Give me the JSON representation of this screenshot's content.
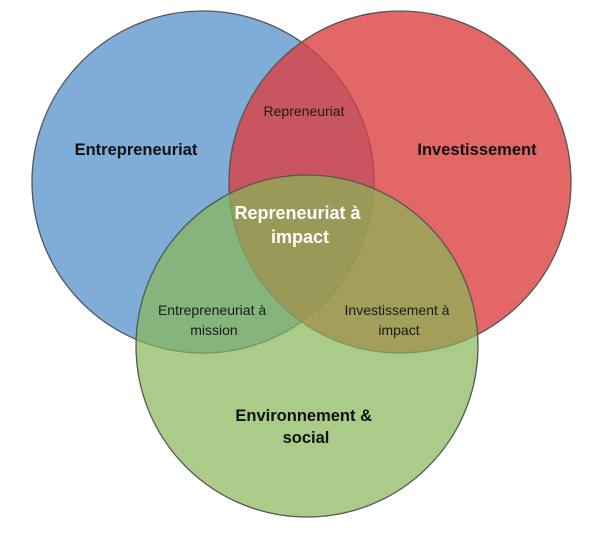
{
  "diagram": {
    "sets": {
      "entrepreneuriat": {
        "label": [
          "Entrepreneuriat"
        ],
        "color": "#4f8ec9"
      },
      "investissement": {
        "label": [
          "Investissement"
        ],
        "color": "#dc3c3c"
      },
      "environnement": {
        "label": [
          "Environnement &",
          "social"
        ],
        "color": "#87b656"
      }
    },
    "overlaps": {
      "entrepreneuriat_investissement": [
        "Repreneuriat"
      ],
      "entrepreneuriat_environnement": [
        "Entrepreneuriat à",
        "mission"
      ],
      "investissement_environnement": [
        "Investissement à",
        "impact"
      ],
      "all_three": [
        "Repreneuriat à",
        "impact"
      ]
    },
    "stroke_color": "#555555"
  }
}
